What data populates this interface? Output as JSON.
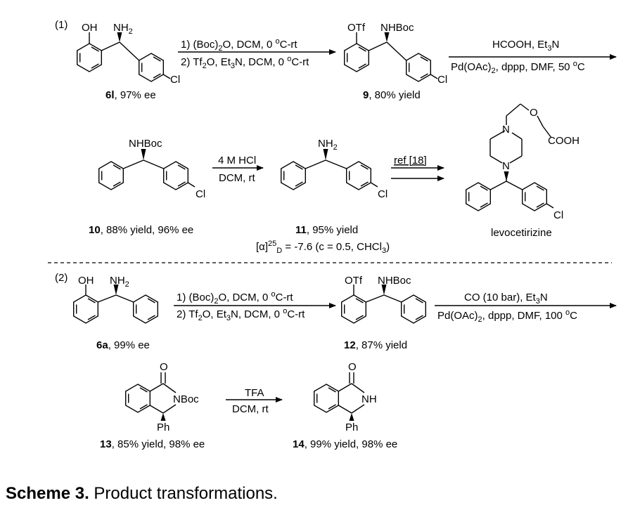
{
  "caption": {
    "label": "Scheme 3.",
    "text": " Product transformations."
  },
  "part1": {
    "label": "(1)",
    "sm": {
      "g1": "OH",
      "g2": "NH",
      "g2sub": "2",
      "cl": "Cl",
      "id": "6l",
      "desc": ", 97% ee"
    },
    "step1": {
      "l1": {
        "a": "1) (Boc)",
        "b": "2",
        "c": "O, DCM, 0 ",
        "d": "o",
        "e": "C-rt"
      },
      "l2": {
        "a": "2) Tf",
        "b": "2",
        "c": "O, Et",
        "d": "3",
        "e": "N, DCM, 0 ",
        "f": "o",
        "g": "C-rt"
      }
    },
    "p9": {
      "g1": "OTf",
      "g2": "NHBoc",
      "cl": "Cl",
      "id": "9",
      "desc": ", 80% yield"
    },
    "step2": {
      "top": {
        "a": "HCOOH, Et",
        "b": "3",
        "c": "N"
      },
      "bot": {
        "a": "Pd(OAc)",
        "b": "2",
        "c": ", dppp, DMF, 50 ",
        "d": "o",
        "e": "C"
      }
    },
    "p10": {
      "g": "NHBoc",
      "cl": "Cl",
      "id": "10",
      "desc": ", 88% yield, 96% ee"
    },
    "step3": {
      "top": "4 M HCl",
      "bot": "DCM, rt"
    },
    "p11": {
      "g": "NH",
      "gsub": "2",
      "cl": "Cl",
      "id": "11",
      "desc": ", 95% yield",
      "rot": {
        "a": "[α]",
        "b": "25",
        "c": "D",
        "d": " = -7.6 (c = 0.5, CHCl",
        "e": "3",
        "f": ")"
      }
    },
    "step4": {
      "ref": "ref [18]"
    },
    "levo": {
      "n1": "N",
      "n2": "N",
      "o": "O",
      "cooh": "COOH",
      "cl": "Cl",
      "name": "levocetirizine"
    }
  },
  "part2": {
    "label": "(2)",
    "sm": {
      "g1": "OH",
      "g2": "NH",
      "g2sub": "2",
      "id": "6a",
      "desc": ", 99% ee"
    },
    "step1": {
      "l1": {
        "a": "1) (Boc)",
        "b": "2",
        "c": "O, DCM, 0 ",
        "d": "o",
        "e": "C-rt"
      },
      "l2": {
        "a": "2) Tf",
        "b": "2",
        "c": "O, Et",
        "d": "3",
        "e": "N, DCM, 0 ",
        "f": "o",
        "g": "C-rt"
      }
    },
    "p12": {
      "g1": "OTf",
      "g2": "NHBoc",
      "id": "12",
      "desc": ", 87% yield"
    },
    "step2": {
      "top": {
        "a": "CO (10 bar), Et",
        "b": "3",
        "c": "N"
      },
      "bot": {
        "a": "Pd(OAc)",
        "b": "2",
        "c": ", dppp, DMF, 100 ",
        "d": "o",
        "e": "C"
      }
    },
    "p13": {
      "o": "O",
      "n": "NBoc",
      "ph": "Ph",
      "id": "13",
      "desc": ", 85% yield, 98% ee"
    },
    "step3": {
      "top": "TFA",
      "bot": "DCM, rt"
    },
    "p14": {
      "o": "O",
      "n": "NH",
      "ph": "Ph",
      "id": "14",
      "desc": ", 99% yield, 98% ee"
    }
  }
}
